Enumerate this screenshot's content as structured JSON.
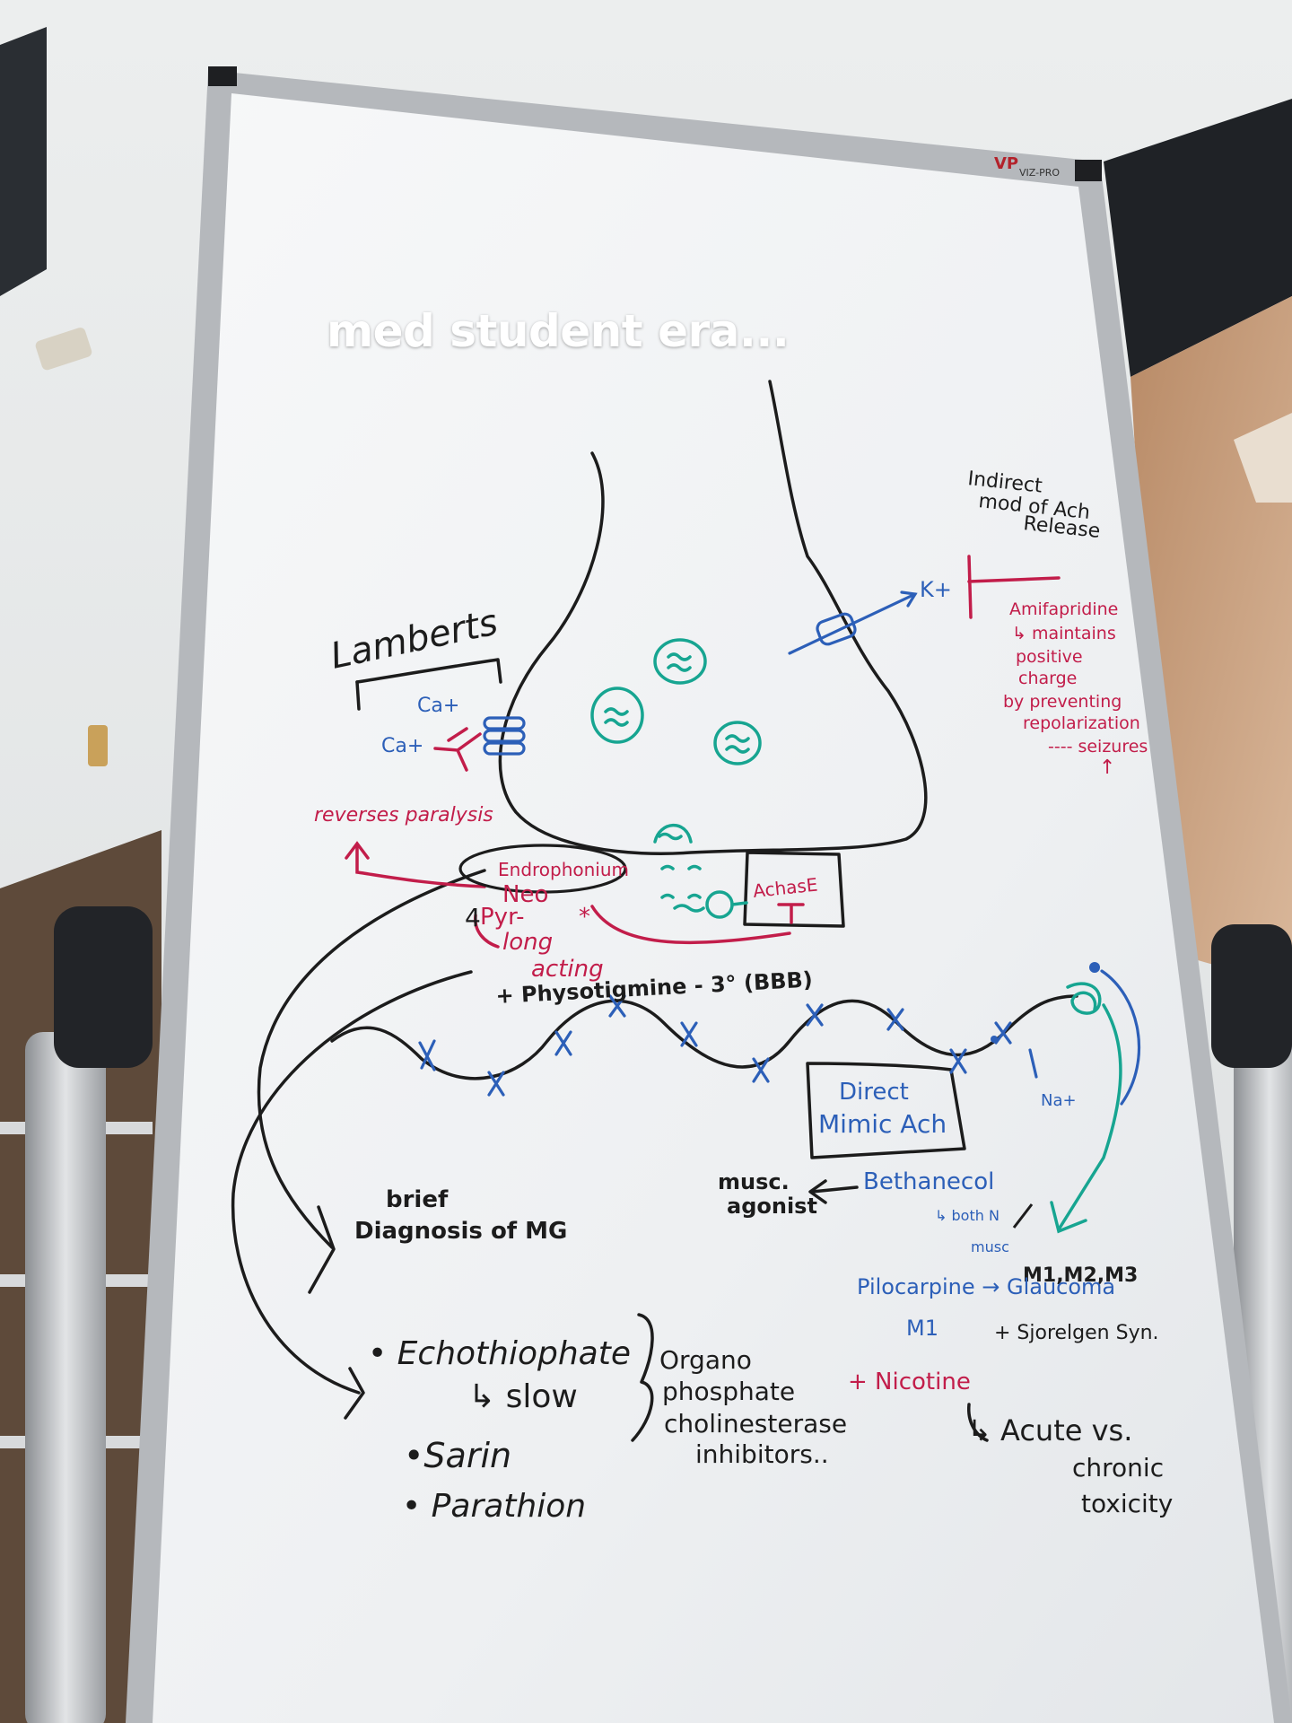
{
  "caption": "med student era...",
  "brand": {
    "logo": "VP",
    "name": "VIZ-PRO"
  },
  "colors": {
    "black_marker": "#1c1c1c",
    "blue_marker": "#2c5fb8",
    "red_marker": "#c21d4a",
    "green_marker": "#17a591"
  },
  "notes": {
    "lamberts": "Lamberts",
    "ca1": "Ca+",
    "ca2": "Ca+",
    "reverses": "reverses paralysis",
    "endrophonium": "Endrophonium",
    "neo": "Neo",
    "pyr": "Pyr-",
    "long": "long",
    "acting": "acting",
    "physostigmine": "+ Physotigmine - 3° (BBB)",
    "achase": "AchasE",
    "k": "K+",
    "indirect1": "Indirect",
    "indirect2": "mod of Ach",
    "indirect3": "Release",
    "amifa1": "Amifapridine",
    "amifa2": "↳ maintains",
    "amifa3": "positive",
    "amifa4": "charge",
    "amifa5": "by preventing",
    "amifa6": "repolarization",
    "amifa7": "---- seizures",
    "amifa8": "↑",
    "direct1": "Direct",
    "direct2": "Mimic Ach",
    "na": "Na+",
    "musc1": "musc.",
    "musc2": "agonist",
    "bethanecol": "Bethanecol",
    "bothnm": "↳ both N",
    "musc3": "musc",
    "m123": "M1,M2,M3",
    "pilocarpine": "Pilocarpine → Glaucoma",
    "m1": "M1",
    "sjogren": "+ Sjorelgen Syn.",
    "brief": "brief",
    "diagnosis": "Diagnosis of MG",
    "echo": "• Echothiophate",
    "slow": "↳ slow",
    "sarin": "•Sarin",
    "parathion": "• Parathion",
    "organo1": "Organo",
    "organo2": "phosphate",
    "organo3": "cholinesterase",
    "organo4": "inhibitors..",
    "nicotine": "+ Nicotine",
    "acute1": "↳ Acute vs.",
    "acute2": "chronic",
    "acute3": "toxicity"
  }
}
